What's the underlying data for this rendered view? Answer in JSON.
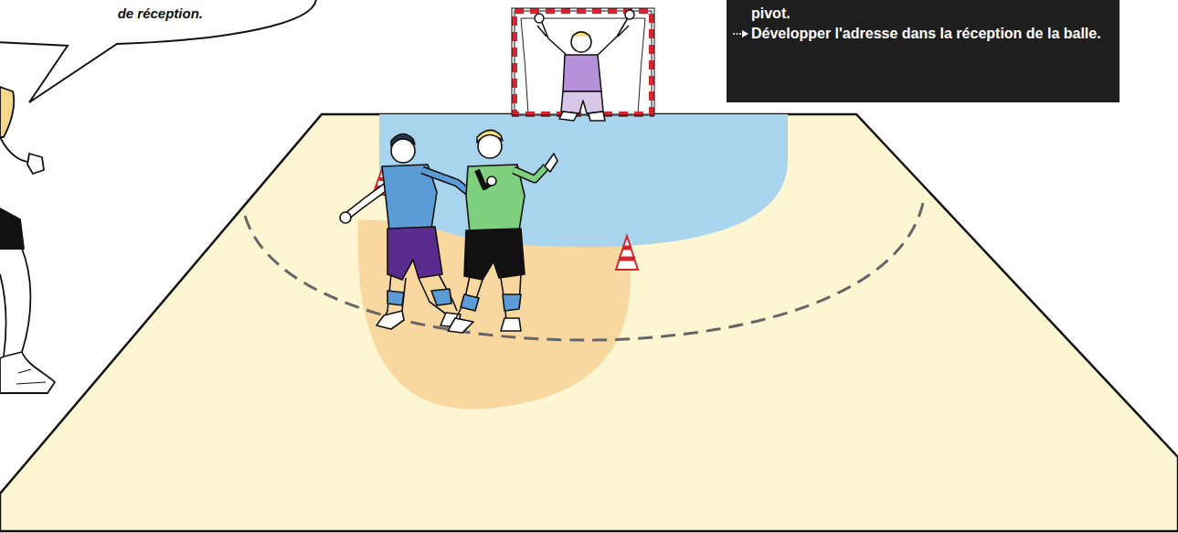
{
  "diagram": {
    "nodes": [
      {
        "text": [
          "de réception."
        ]
      },
      {
        "text": [
          "pivot.",
          "Développer l'adresse dans la réception de la balle."
        ]
      }
    ]
  }
}
